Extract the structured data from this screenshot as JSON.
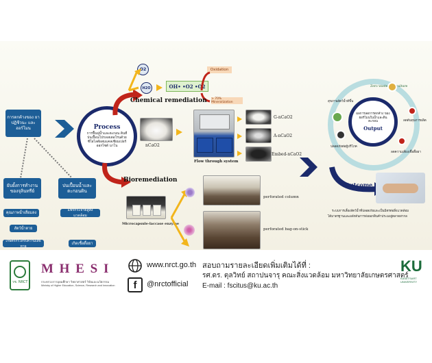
{
  "diagram": {
    "left_top_box": "การตกค้างของ ยาปฏิชีวนะ และฮอร์โมน",
    "left_box_1": "ยับยั้งการทำงาน ของจุลินทรีย์",
    "left_box_2": "ปนเปื้อนน้ำและ ตะกอนดิน",
    "result_1": "คุณภาพน้ำเสื่อมลง",
    "result_1b": "สัตว์น้ำตาย",
    "result_1c": "เกษตรกรได้รับความเสียหาย",
    "result_2": "แพร่กระจายสู่สิ่งแวดล้อม",
    "result_2b": "เกิดเชื้อดื้อยา",
    "process_title": "Process",
    "process_text": "การฟื้นฟูน้ำและตะกอน ดินที่ปนเปื้อนโปรเจสเตอโรนด้วย ซีโอไลต์ผสมแคลเซียมเปอร์ออกไซด์ นาโน",
    "o2": "O2",
    "h2o": "H2O",
    "oxidants": "OH• •O2 •O2",
    "oxidation": "Oxidation",
    "mineral": "> 70% Mineralization",
    "chem_title": "Chemical remediation",
    "ncao2": "nCaO2",
    "flow": "Flow through system",
    "g_ncao2": "G-nCaO2",
    "a_ncao2": "A-nCaO2",
    "emb_ncao2": "Embed-nCaO2",
    "bio_title": "Bioremediation",
    "micro": "Microcapsule-laccase enzyme",
    "perf_col": "perforated column",
    "perf_bag": "perforated bag-on-stick",
    "output_title": "Output",
    "output_text": "ผลการลดการตกค้าง ของฮอร์โมนในน้ำและดินตะกอน",
    "zero_waste": "Zero waste aquaculture",
    "sat_1": "สุขภาพสัตว์น้ำดีขึ้น",
    "sat_2": "ลดต้นทุนการผลิต",
    "sat_3": "ปลอดภัยต่อผู้บริโภค",
    "sat_4": "ลดความเสี่ยงเชื้อดื้อยา",
    "outcome_title": "Outcome",
    "outcome_text": "ระบบการเลี้ยงสัตว์น้ำที่ปลอดภัยและเป็นมิตรต่อสิ่งแวดล้อม",
    "outcome_text2": "ได้มาตรฐานและผลักดันการส่งออกสินค้าประมงสู่ตลาดสากล"
  },
  "footer": {
    "nrct_label": "วช. NRCT",
    "mhesi": "M H E S I",
    "mhesi_sub": "กระทรวงการอุดมศึกษา วิทยาศาสตร์ วิจัยและนวัตกรรม",
    "mhesi_sub2": "Ministry of Higher Education, Science, Research and Innovation",
    "website": "www.nrct.go.th",
    "facebook": "@nrctofficial",
    "contact_1": "สอบถามรายละเอียดเพิ่มเติมได้ที่ :",
    "contact_2": "รศ.ดร. ตุลวิทย์ สถาปนจารุ คณะสิ่งแวดล้อม มหาวิทยาลัยเกษตรศาสตร์",
    "contact_3": "E-mail : fscitus@ku.ac.th",
    "ku": "KU",
    "ku_sub": "KASETSART UNIVERSITY"
  },
  "colors": {
    "navy": "#1b2a6b",
    "blue_box": "#1d5e97",
    "arrow_yellow": "#f2b51c",
    "red_arrow": "#c0241a"
  }
}
